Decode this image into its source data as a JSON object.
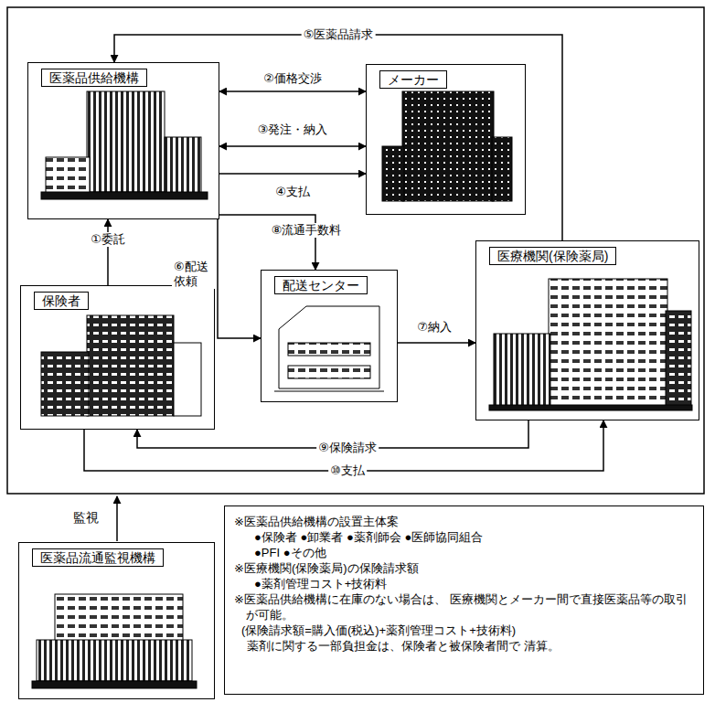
{
  "diagram": {
    "nodes": [
      {
        "text": [
          "医薬品供給機構"
        ]
      },
      {
        "text": [
          "メーカー"
        ]
      },
      {
        "text": [
          "保険者"
        ]
      },
      {
        "text": [
          "配送センター"
        ]
      },
      {
        "text": [
          "医療機関(保険薬局)"
        ]
      },
      {
        "text": [
          "医薬品流通監視機構"
        ]
      },
      {
        "text": [
          "※医薬品供給機構の設置主体案",
          "●保険者 ●卸業者 ●薬剤師会 ●医師協同組合",
          "●PFI ●その他",
          "※医療機関(保険薬局)の保険請求額",
          "●薬剤管理コスト+技術料",
          "※医薬品供給機構に在庫のない場合は、 医療機関とメーカー間で直接医薬品等の取引が可能。",
          "(保険請求額=購入価(税込)+薬剤管理コスト+技術料)",
          "薬剤に関する一部負担金は、保険者と被保険者間で 清算。"
        ]
      }
    ],
    "edges": [
      {
        "from": 2,
        "to": 0,
        "label": "①委託",
        "arrow": "to"
      },
      {
        "from": 0,
        "to": 1,
        "label": "②価格交渉",
        "arrow": "both"
      },
      {
        "from": 0,
        "to": 1,
        "label": "③発注・納入",
        "arrow": "both"
      },
      {
        "from": 0,
        "to": 1,
        "label": "④支払",
        "arrow": "to"
      },
      {
        "from": 4,
        "to": 0,
        "label": "⑤医薬品請求",
        "arrow": "to"
      },
      {
        "from": 0,
        "to": 3,
        "label": "⑥配送 依頼",
        "arrow": "to"
      },
      {
        "from": 3,
        "to": 4,
        "label": "⑦納入",
        "arrow": "to"
      },
      {
        "from": 0,
        "to": 3,
        "label": "⑧流通手数料",
        "arrow": "to"
      },
      {
        "from": 4,
        "to": 2,
        "label": "⑨保険請求",
        "arrow": "to"
      },
      {
        "from": 2,
        "to": 4,
        "label": "⑩支払",
        "arrow": "to"
      }
    ],
    "labels": [
      "監視"
    ]
  }
}
